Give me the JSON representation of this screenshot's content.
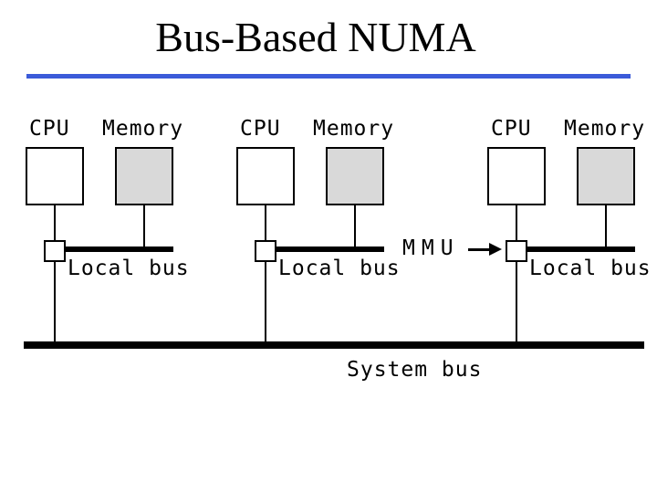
{
  "slide": {
    "title": "Bus-Based NUMA"
  },
  "colors": {
    "accent_rule": "#3b5bd9",
    "memory_fill": "#d9d9d9",
    "line": "#000000"
  },
  "diagram": {
    "nodes": [
      {
        "cpu_label": "CPU",
        "memory_label": "Memory",
        "local_bus_label": "Local bus"
      },
      {
        "cpu_label": "CPU",
        "memory_label": "Memory",
        "local_bus_label": "Local bus"
      },
      {
        "cpu_label": "CPU",
        "memory_label": "Memory",
        "local_bus_label": "Local bus"
      }
    ],
    "mmu_label": "MMU",
    "system_bus_label": "System bus"
  }
}
